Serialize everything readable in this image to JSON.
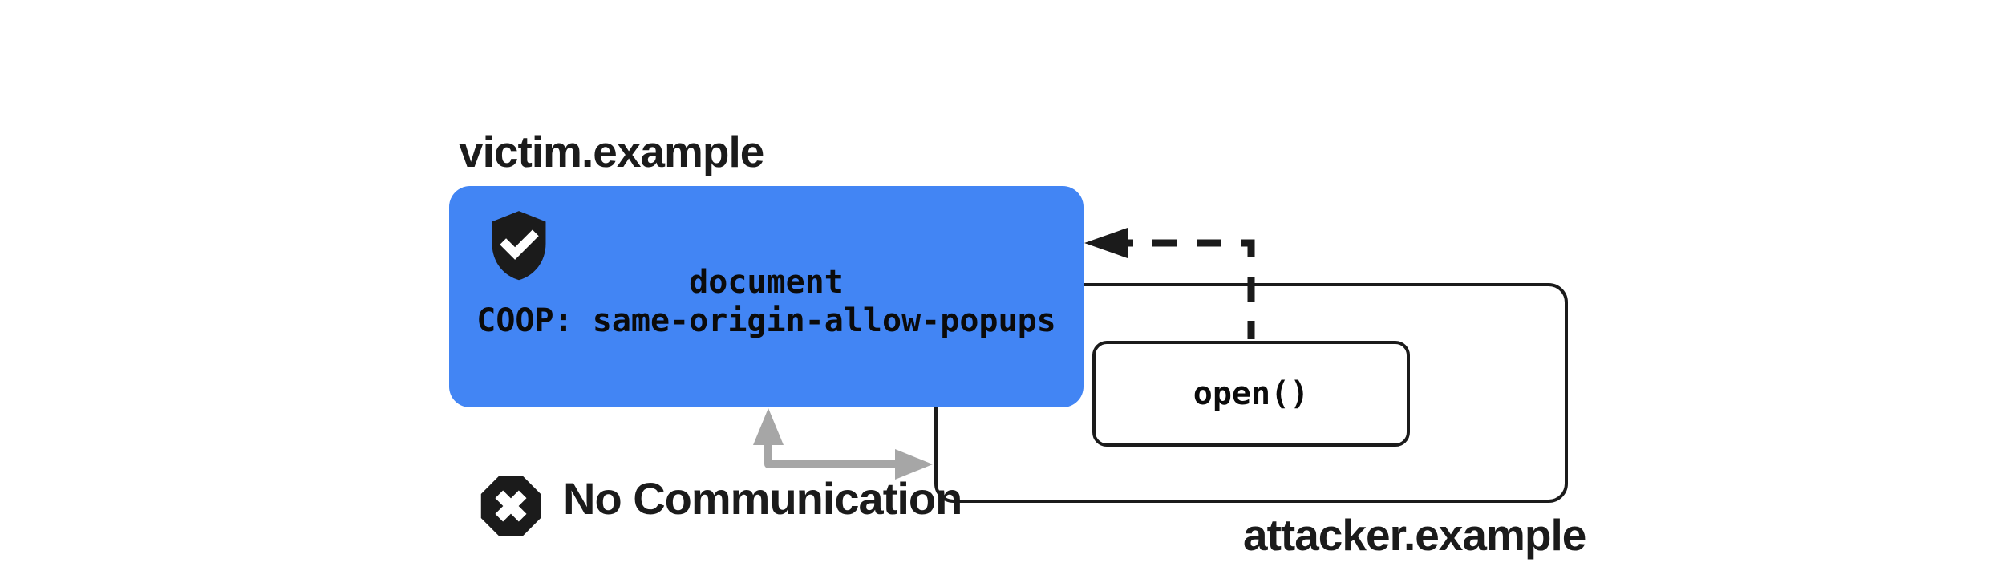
{
  "diagram": {
    "victim": {
      "domain_label": "victim.example",
      "document_label": "document",
      "coop_header": "COOP: same-origin-allow-popups"
    },
    "attacker": {
      "domain_label": "attacker.example",
      "open_call_label": "open()"
    },
    "no_communication_label": "No Communication",
    "icons": {
      "verified": "shield-check-icon",
      "blocked": "octagon-x-icon",
      "popup_reference": "dashed-left-arrow",
      "blocked_channel": "gray-elbow-arrow"
    },
    "colors": {
      "victim_box_fill": "#4285f4",
      "outline_ink": "#1b1b1b",
      "no_communication_arrow": "#a6a6a6",
      "background": "#ffffff"
    }
  }
}
